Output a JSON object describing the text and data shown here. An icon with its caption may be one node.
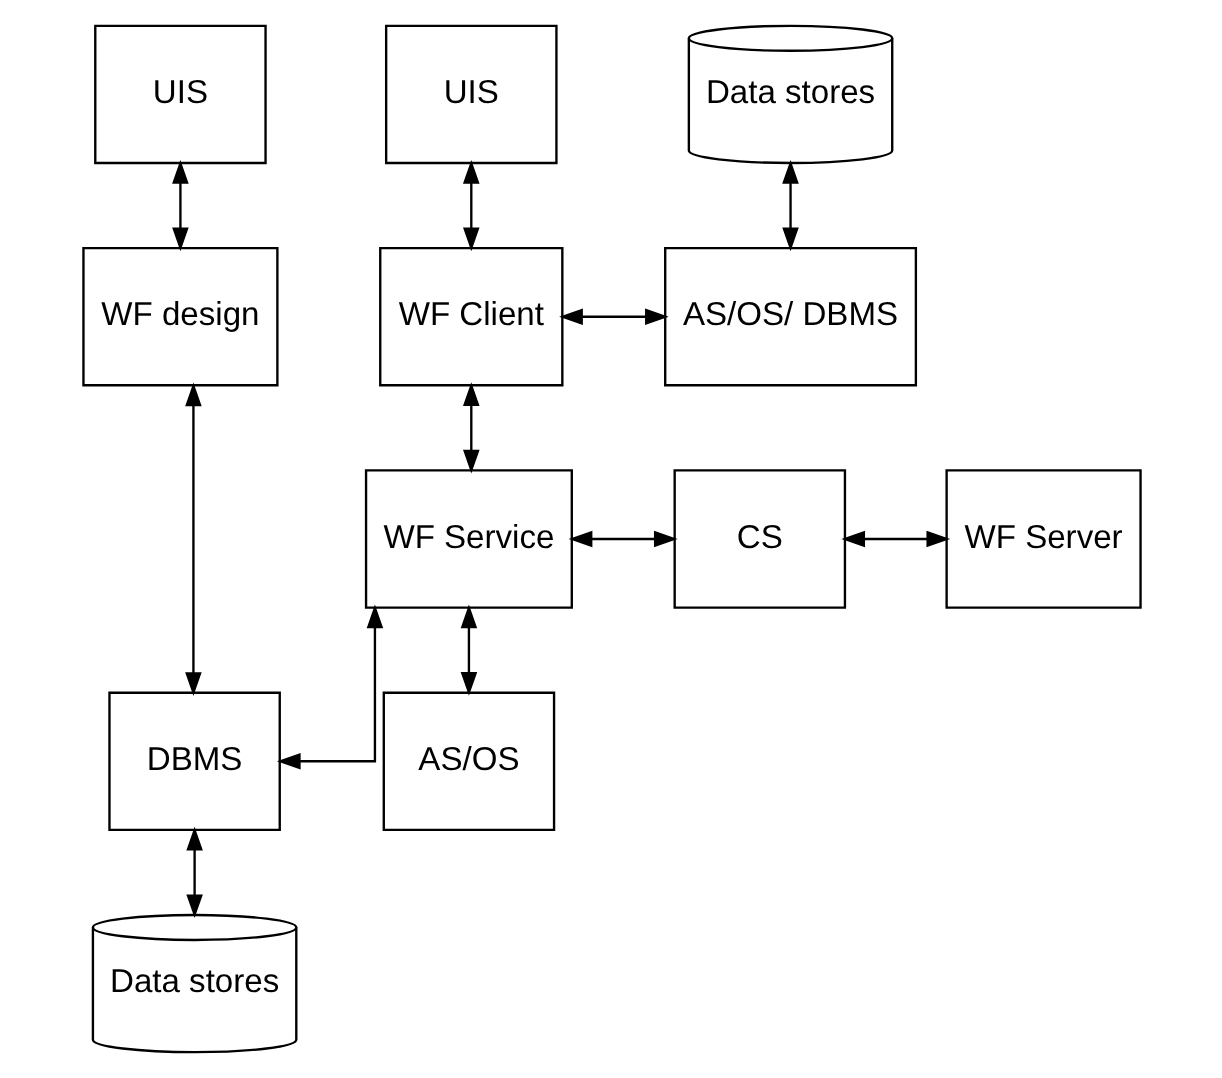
{
  "diagram": {
    "nodes": [
      {
        "text": [
          "UIS"
        ]
      },
      {
        "text": [
          "WF design"
        ]
      },
      {
        "text": [
          "UIS"
        ]
      },
      {
        "text": [
          "Data stores"
        ]
      },
      {
        "text": [
          "WF Client"
        ]
      },
      {
        "text": [
          "AS/OS/ DBMS"
        ]
      },
      {
        "text": [
          "WF Service"
        ]
      },
      {
        "text": [
          "CS"
        ]
      },
      {
        "text": [
          "WF Server"
        ]
      },
      {
        "text": [
          "DBMS"
        ]
      },
      {
        "text": [
          "AS/OS"
        ]
      },
      {
        "text": [
          "Data stores"
        ]
      }
    ],
    "edges": [
      {
        "from": 0,
        "to": 1,
        "arrow": "both"
      },
      {
        "from": 2,
        "to": 4,
        "arrow": "both"
      },
      {
        "from": 3,
        "to": 5,
        "arrow": "both"
      },
      {
        "from": 4,
        "to": 5,
        "arrow": "both"
      },
      {
        "from": 4,
        "to": 6,
        "arrow": "both"
      },
      {
        "from": 6,
        "to": 7,
        "arrow": "both"
      },
      {
        "from": 7,
        "to": 8,
        "arrow": "both"
      },
      {
        "from": 6,
        "to": 9,
        "arrow": "both"
      },
      {
        "from": 1,
        "to": 9,
        "arrow": "both"
      },
      {
        "from": 6,
        "to": 10,
        "arrow": "both"
      },
      {
        "from": 9,
        "to": 11,
        "arrow": "both"
      }
    ]
  }
}
